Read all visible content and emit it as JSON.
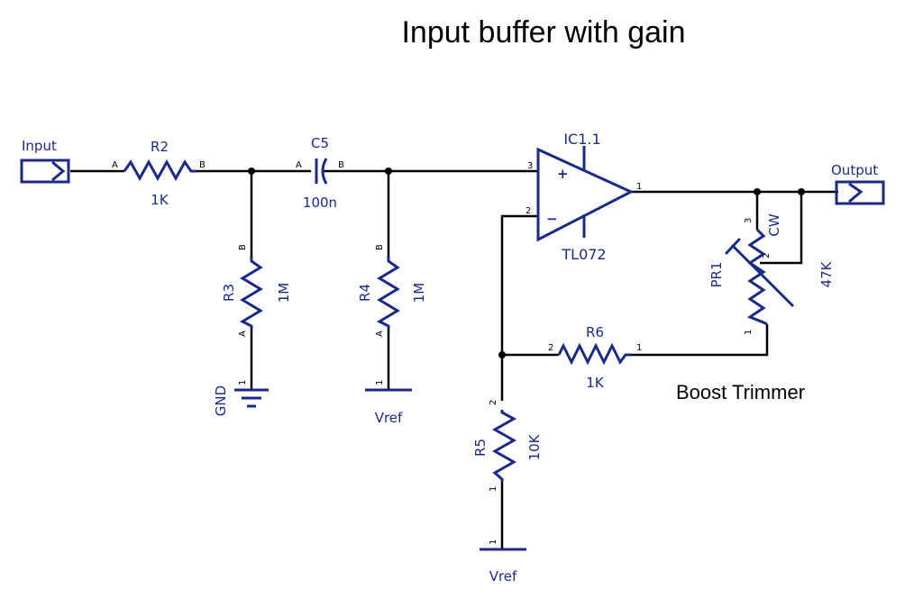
{
  "title": "Input buffer with gain",
  "colors": {
    "wire": "#000000",
    "component": "#1b2a86",
    "background": "#ffffff"
  },
  "ports": {
    "input": {
      "label": "Input"
    },
    "output": {
      "label": "Output"
    }
  },
  "components": {
    "R2": {
      "ref": "R2",
      "value": "1K",
      "pin_a": "A",
      "pin_b": "B"
    },
    "C5": {
      "ref": "C5",
      "value": "100n",
      "pin_a": "A",
      "pin_b": "B"
    },
    "R3": {
      "ref": "R3",
      "value": "1M",
      "pin_a": "A",
      "pin_b": "B"
    },
    "R4": {
      "ref": "R4",
      "value": "1M",
      "pin_a": "A",
      "pin_b": "B"
    },
    "IC1": {
      "ref": "IC1.1",
      "value": "TL072",
      "pin_plus": "3",
      "pin_minus": "2",
      "pin_out": "1",
      "plus_sign": "+",
      "minus_sign": "−"
    },
    "R6": {
      "ref": "R6",
      "value": "1K",
      "pin_1": "1",
      "pin_2": "2"
    },
    "R5": {
      "ref": "R5",
      "value": "10K",
      "pin_1": "1",
      "pin_2": "2"
    },
    "PR1": {
      "ref": "PR1",
      "value": "47K",
      "cw": "CW",
      "pin_1": "1",
      "pin_2": "2",
      "pin_3": "3"
    }
  },
  "power": {
    "gnd": {
      "label": "GND",
      "pin": "1"
    },
    "vref1": {
      "label": "Vref",
      "pin": "1"
    },
    "vref2": {
      "label": "Vref",
      "pin": "1"
    }
  },
  "notes": {
    "boost": "Boost Trimmer"
  }
}
